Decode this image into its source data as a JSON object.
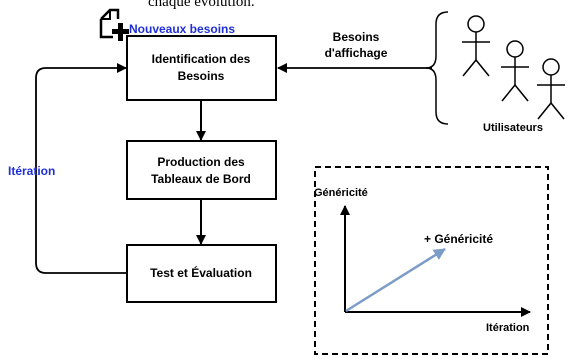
{
  "top_text": "chaque évolution.",
  "new_needs_label": "Nouveaux besoins",
  "boxes": {
    "identification": [
      "Identification des",
      "Besoins"
    ],
    "production": [
      "Production des",
      "Tableaux de Bord"
    ],
    "test": [
      "Test et Évaluation"
    ]
  },
  "display_needs_label": [
    "Besoins",
    "d'affichage"
  ],
  "users_label": "Utilisateurs",
  "iteration_label": "Itération",
  "inset": {
    "y_axis_label": "Généricité",
    "x_axis_label": "Itération",
    "arrow_label": "+ Généricité"
  },
  "colors": {
    "blue_text": "#1f2fd6",
    "arrow_blue": "#7a9cc6",
    "line": "#000000"
  },
  "icons": [
    "new-document-icon",
    "user-icon"
  ]
}
